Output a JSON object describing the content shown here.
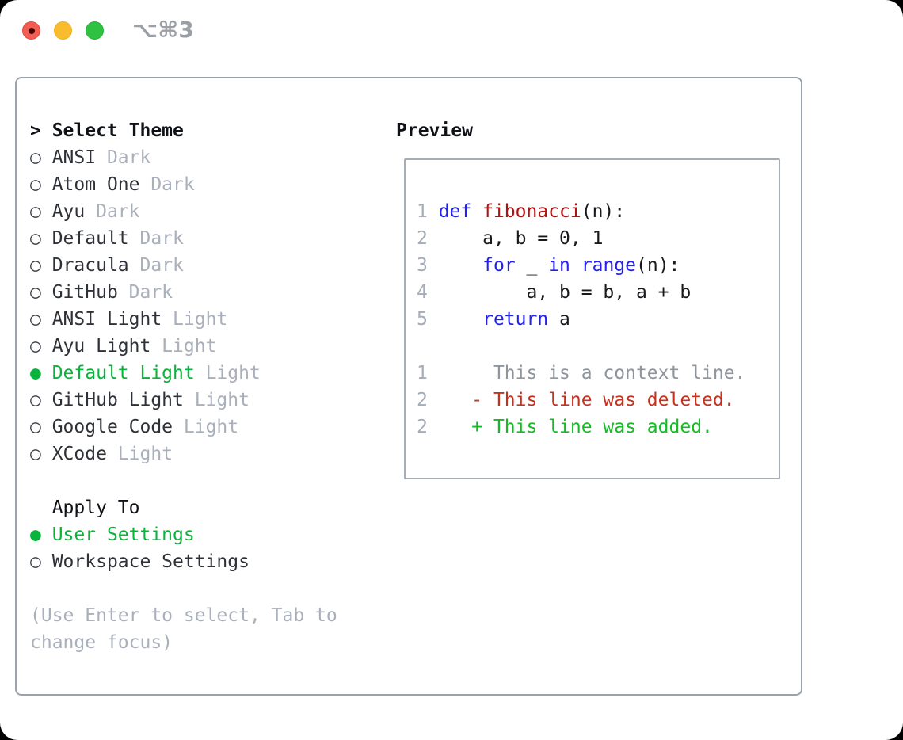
{
  "window": {
    "title": "⌥⌘3",
    "traffic_lights": [
      "close",
      "minimize",
      "zoom"
    ]
  },
  "icons": {
    "radio_unselected": "○",
    "radio_selected": "●",
    "header_cursor": ">"
  },
  "theme_picker": {
    "header": "Select Theme",
    "options": [
      {
        "name": "ANSI",
        "variant": "Dark",
        "selected": false
      },
      {
        "name": "Atom One",
        "variant": "Dark",
        "selected": false
      },
      {
        "name": "Ayu",
        "variant": "Dark",
        "selected": false
      },
      {
        "name": "Default",
        "variant": "Dark",
        "selected": false
      },
      {
        "name": "Dracula",
        "variant": "Dark",
        "selected": false
      },
      {
        "name": "GitHub",
        "variant": "Dark",
        "selected": false
      },
      {
        "name": "ANSI Light",
        "variant": "Light",
        "selected": false
      },
      {
        "name": "Ayu Light",
        "variant": "Light",
        "selected": false
      },
      {
        "name": "Default Light",
        "variant": "Light",
        "selected": true
      },
      {
        "name": "GitHub Light",
        "variant": "Light",
        "selected": false
      },
      {
        "name": "Google Code",
        "variant": "Light",
        "selected": false
      },
      {
        "name": "XCode",
        "variant": "Light",
        "selected": false
      }
    ],
    "apply_header": "Apply To",
    "apply_options": [
      {
        "name": "User Settings",
        "selected": true
      },
      {
        "name": "Workspace Settings",
        "selected": false
      }
    ],
    "hint_lines": [
      "(Use Enter to select, Tab to",
      "change focus)"
    ]
  },
  "preview": {
    "title": "Preview",
    "code_lines": [
      {
        "num": "1",
        "tokens": [
          [
            "def",
            "kw"
          ],
          [
            " ",
            "pl"
          ],
          [
            "fibonacci",
            "fn"
          ],
          [
            "(n):",
            "pl"
          ]
        ]
      },
      {
        "num": "2",
        "tokens": [
          [
            "    a, b = 0, 1",
            "pl"
          ]
        ]
      },
      {
        "num": "3",
        "tokens": [
          [
            "    ",
            "pl"
          ],
          [
            "for",
            "kw"
          ],
          [
            " _ ",
            "pl"
          ],
          [
            "in",
            "kw"
          ],
          [
            " ",
            "pl"
          ],
          [
            "range",
            "kw"
          ],
          [
            "(n):",
            "pl"
          ]
        ]
      },
      {
        "num": "4",
        "tokens": [
          [
            "        a, b = b, a + b",
            "pl"
          ]
        ]
      },
      {
        "num": "5",
        "tokens": [
          [
            "    ",
            "pl"
          ],
          [
            "return",
            "kw"
          ],
          [
            " a",
            "pl"
          ]
        ]
      }
    ],
    "diff_lines": [
      {
        "num": "1",
        "text": "     This is a context line.",
        "kind": "context"
      },
      {
        "num": "2",
        "text": "   - This line was deleted.",
        "kind": "deleted"
      },
      {
        "num": "2",
        "text": "   + This line was added.",
        "kind": "added"
      }
    ]
  },
  "colors": {
    "accent_green": "#0ab33c",
    "added_green": "#13bb24",
    "deleted_red": "#c6321e",
    "keyword_blue": "#2222f0",
    "function_red": "#b01112",
    "muted_gray": "#a9b0bb",
    "line_number_gray": "#a5adb8",
    "context_gray": "#8e959d",
    "border_gray": "#9aa2ad",
    "text_dark": "#2e3238",
    "traffic_red": "#f25d52",
    "traffic_yellow": "#f9bc2e",
    "traffic_green": "#2fc242"
  }
}
